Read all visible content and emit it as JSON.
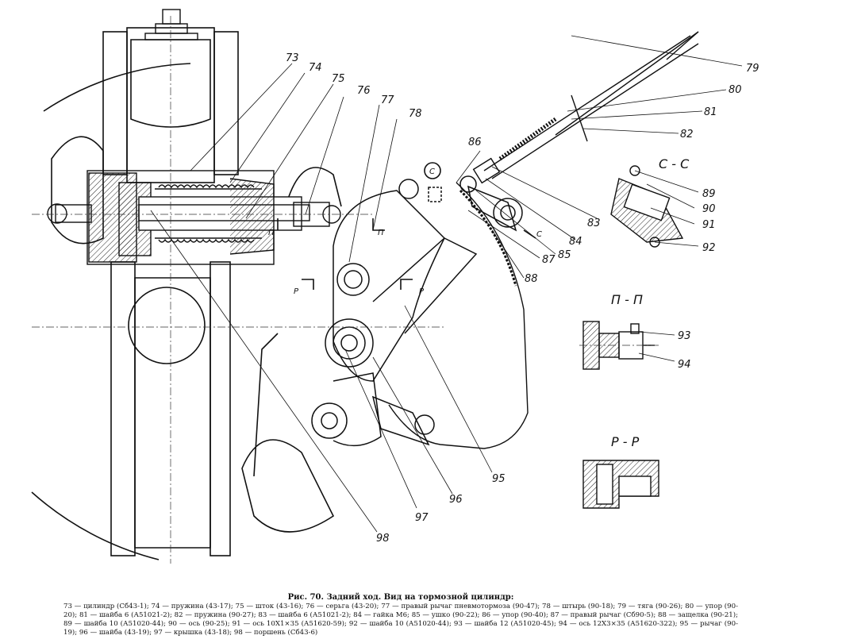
{
  "callouts": {
    "c73": "73",
    "c74": "74",
    "c75": "75",
    "c76": "76",
    "c77": "77",
    "c78": "78",
    "c79": "79",
    "c80": "80",
    "c81": "81",
    "c82": "82",
    "c83": "83",
    "c84": "84",
    "c85": "85",
    "c86": "86",
    "c87": "87",
    "c88": "88",
    "c89": "89",
    "c90": "90",
    "c91": "91",
    "c92": "92",
    "c93": "93",
    "c94": "94",
    "c95": "95",
    "c96": "96",
    "c97": "97",
    "c98": "98"
  },
  "sections": {
    "cc": "С - С",
    "pp": "П - П",
    "rr": "Р - Р"
  },
  "markers": {
    "p1": "П",
    "p2": "П",
    "r1": "Р",
    "r2": "Р",
    "c1": "С",
    "c2": "С"
  },
  "caption": {
    "title": "Рис. 70. Задний ход. Вид на тормозной цилиндр:",
    "legend": "73 — цилиндр (Сб43-1); 74 — пружина (43-17); 75 — шток (43-16); 76 — серьга (43-20); 77 — правый рычаг пневмотормоза (90-47); 78 — штырь (90-18); 79 — тяга (90-26); 80 — упор (90-20); 81 — шайба 6 (А51021-2); 82 — пружина (90-27); 83 — шайба 6 (А51021-2); 84 — гайка М6; 85 — ушко (90-22); 86 — упор (90-40); 87 — правый рычаг (Сб90-5); 88 — защелка (90-21); 89 — шайба 10 (А51020-44); 90 — ось (90-25); 91 — ось 10Х1×35 (А51620-59); 92 — шайба 10 (А51020-44); 93 — шайба 12 (А51020-45); 94 — ось 12Х3×35 (А51620-322); 95 — рычаг (90-19); 96 — шайба (43-19); 97 — крышка (43-18); 98 — поршень (Сб43-6)"
  }
}
